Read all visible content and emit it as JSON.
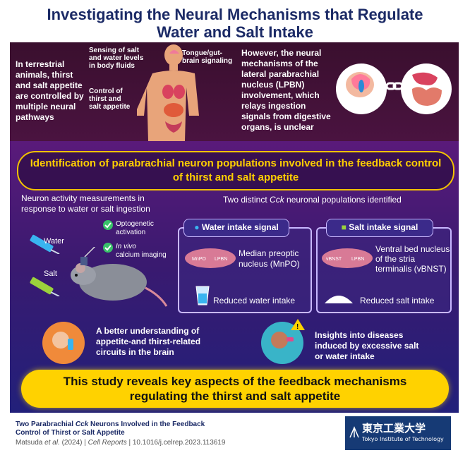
{
  "title": {
    "line1": "Investigating the Neural Mechanisms that Regulate",
    "line2": "Water and Salt Intake"
  },
  "top": {
    "left_text": [
      "In terrestrial",
      "animals, thirst",
      "and salt appetite",
      "are controlled by",
      "multiple neural",
      "pathways"
    ],
    "sensing_label": [
      "Sensing of salt",
      "and water levels",
      "in body fluids"
    ],
    "control_label": [
      "Control of",
      "thirst and",
      "salt appetite"
    ],
    "tongue_label": [
      "Tongue/gut-",
      "brain signaling"
    ],
    "right_text": [
      "However, the neural",
      "mechanisms of the",
      "lateral parabrachial",
      "nucleus (LPBN)",
      "involvement, which",
      "relays ingestion",
      "signals from digestive",
      "organs, is unclear"
    ]
  },
  "main": {
    "section_title": [
      "Identification of parabrachial neuron populations involved in the feedback control",
      "of thirst and salt appetite"
    ],
    "left_header": [
      "Neuron activity measurements in",
      "response to water or salt ingestion"
    ],
    "water_label": "Water",
    "salt_label": "Salt",
    "method1": [
      "Optogenetic",
      "activation"
    ],
    "method2_italic": "In vivo",
    "method2_rest": "calcium imaging",
    "right_header_pre": "Two distinct ",
    "right_header_italic": "Cck",
    "right_header_post": " neuronal populations identified",
    "water_box": {
      "title": "Water intake signal",
      "nucleus": [
        "Median preoptic",
        "nucleus (MnPO)"
      ],
      "result": "Reduced water intake",
      "brain_label1": "MnPO",
      "brain_label2": "LPBN"
    },
    "salt_box": {
      "title": "Salt intake signal",
      "nucleus": [
        "Ventral bed nucleus",
        "of the stria",
        "terminalis (vBNST)"
      ],
      "result": "Reduced salt intake",
      "brain_label1": "vBNST",
      "brain_label2": "LPBN"
    },
    "impact1": [
      "A better understanding of",
      "appetite-and thirst-related",
      "circuits in the brain"
    ],
    "impact2": [
      "Insights into diseases",
      "induced by excessive salt",
      "or water intake"
    ]
  },
  "banner": [
    "This study reveals key aspects of the feedback mechanisms",
    "regulating the thirst and salt appetite"
  ],
  "footer": {
    "ref_line1_pre": "Two Parabrachial ",
    "ref_line1_italic": "Cck",
    "ref_line1_post": " Neurons Involved in the Feedback",
    "ref_line2": "Control of Thirst or Salt Appetite",
    "authors_pre": "Matsuda ",
    "authors_italic": "et al.",
    "authors_post": " (2024) | ",
    "journal": "Cell Reports",
    "doi": " | 10.1016/j.celrep.2023.113619",
    "logo_main": "東京工業大学",
    "logo_sub": "Tokyo Institute of Technology"
  },
  "colors": {
    "accent": "#ffcf00",
    "navy": "#1b2a66",
    "water": "#39b4f0",
    "salt": "#9bd23c"
  }
}
